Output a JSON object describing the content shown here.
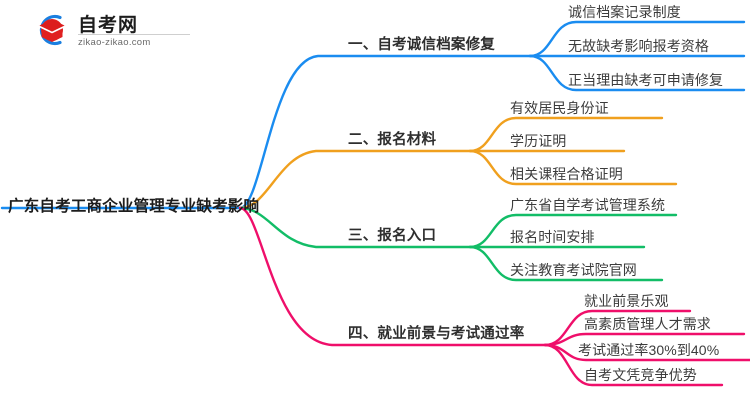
{
  "logo": {
    "name_cn": "自考网",
    "url": "zikao-zikao.com",
    "mark_icon": "graduation-cap-icon",
    "arc_color": "#1a7fe0",
    "cap_color": "#e02020"
  },
  "mindmap": {
    "root": {
      "label": "广东自考工商企业管理专业缺考影响"
    },
    "branches": [
      {
        "index": "1",
        "label": "一、自考诚信档案修复",
        "color": "#1a8cf0",
        "children": [
          {
            "label": "诚信档案记录制度"
          },
          {
            "label": "无故缺考影响报考资格"
          },
          {
            "label": "正当理由缺考可申请修复"
          }
        ]
      },
      {
        "index": "2",
        "label": "二、报名材料",
        "color": "#f0a01e",
        "children": [
          {
            "label": "有效居民身份证"
          },
          {
            "label": "学历证明"
          },
          {
            "label": "相关课程合格证明"
          }
        ]
      },
      {
        "index": "3",
        "label": "三、报名入口",
        "color": "#12bd67",
        "children": [
          {
            "label": "广东省自学考试管理系统"
          },
          {
            "label": "报名时间安排"
          },
          {
            "label": "关注教育考试院官网"
          }
        ]
      },
      {
        "index": "4",
        "label": "四、就业前景与考试通过率",
        "color": "#ef0f6a",
        "children": [
          {
            "label": "就业前景乐观"
          },
          {
            "label": "高素质管理人才需求"
          },
          {
            "label": "考试通过率30%到40%"
          },
          {
            "label": "自考文凭竞争优势"
          }
        ]
      }
    ]
  }
}
